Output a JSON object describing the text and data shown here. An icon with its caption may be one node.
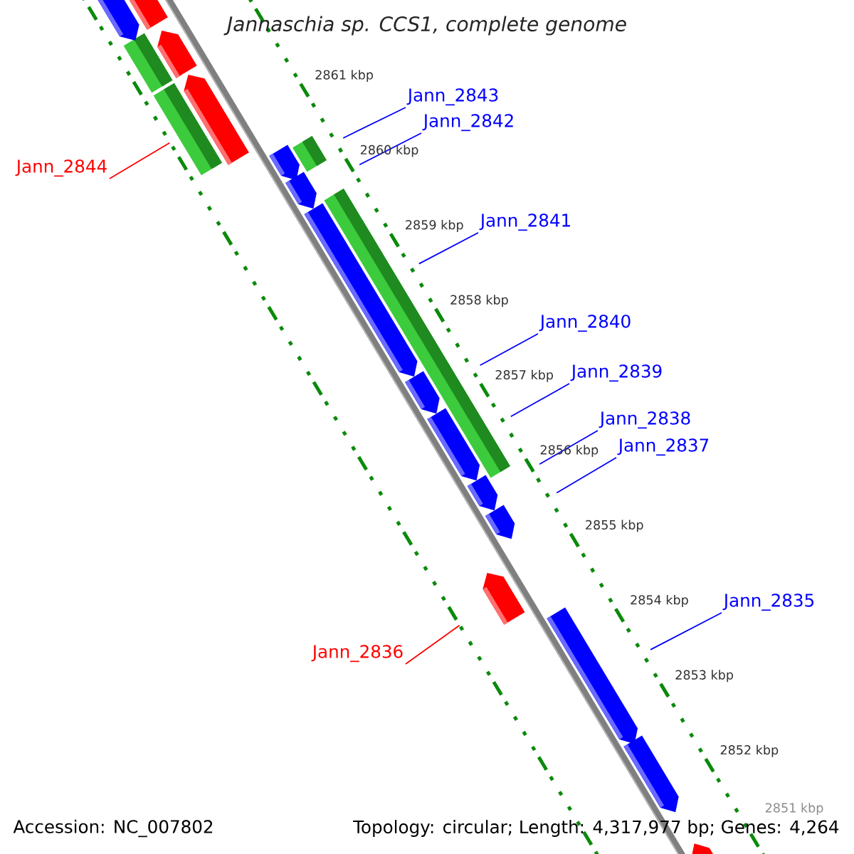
{
  "diagram": {
    "title": "Jannaschia sp. CCS1, complete genome",
    "nodes": [
      {
        "text": [
          "Jann_2843"
        ]
      },
      {
        "text": [
          "Jann_2842"
        ]
      },
      {
        "text": [
          "Jann_2844"
        ]
      },
      {
        "text": [
          "Jann_2841"
        ]
      },
      {
        "text": [
          "Jann_2840"
        ]
      },
      {
        "text": [
          "Jann_2839"
        ]
      },
      {
        "text": [
          "Jann_2838"
        ]
      },
      {
        "text": [
          "Jann_2837"
        ]
      },
      {
        "text": [
          "Jann_2835"
        ]
      },
      {
        "text": [
          "Jann_2836"
        ]
      },
      {
        "text": [],
        "shape": "bar"
      },
      {
        "text": [],
        "shape": "bar"
      },
      {
        "text": [],
        "shape": "bar"
      },
      {
        "text": [],
        "shape": "bar"
      },
      {
        "text": [],
        "shape": "bar"
      },
      {
        "text": [],
        "shape": "bar"
      },
      {
        "text": [],
        "shape": "bar"
      },
      {
        "text": [],
        "shape": "bar"
      },
      {
        "text": [],
        "shape": "bar"
      },
      {
        "text": [],
        "shape": "bar"
      },
      {
        "text": [],
        "shape": "bar"
      },
      {
        "text": [],
        "shape": "bar"
      },
      {
        "text": [],
        "shape": "bar"
      },
      {
        "text": [],
        "shape": "bar"
      },
      {
        "text": [],
        "shape": "bar"
      }
    ],
    "edges": [
      {
        "from": 0,
        "to": 11,
        "arrow": "none"
      },
      {
        "from": 1,
        "to": 12,
        "arrow": "none"
      },
      {
        "from": 2,
        "to": 10,
        "arrow": "none",
        "color": "#ff0000"
      },
      {
        "from": 3,
        "to": 13,
        "arrow": "none"
      },
      {
        "from": 4,
        "to": 14,
        "arrow": "none"
      },
      {
        "from": 5,
        "to": 15,
        "arrow": "none"
      },
      {
        "from": 6,
        "to": 16,
        "arrow": "none"
      },
      {
        "from": 7,
        "to": 17,
        "arrow": "none"
      },
      {
        "from": 8,
        "to": 19,
        "arrow": "none"
      },
      {
        "from": 9,
        "to": 18,
        "arrow": "none",
        "color": "#ff0000"
      }
    ],
    "labels": [
      "2861 kbp",
      "2860 kbp",
      "2859 kbp",
      "2858 kbp",
      "2857 kbp",
      "2856 kbp",
      "2855 kbp",
      "2854 kbp",
      "2853 kbp",
      "2852 kbp",
      "2851 kbp",
      "Accession: NC_007802",
      "Topology: circular; Length: 4,317,977 bp; Genes: 4,264"
    ]
  }
}
